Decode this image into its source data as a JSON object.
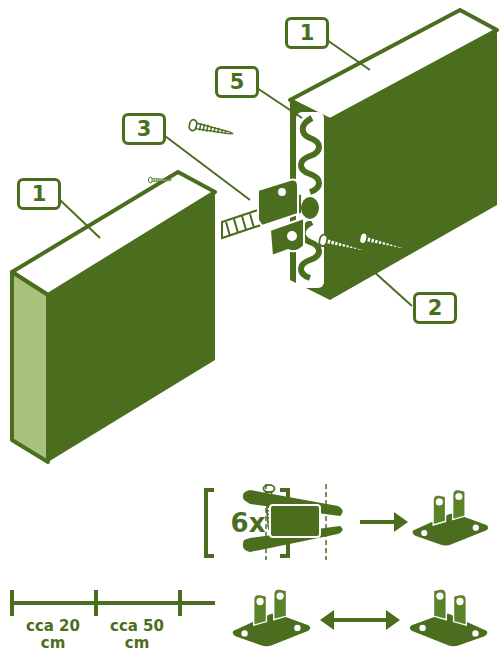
{
  "diagram": {
    "labels": [
      "1",
      "5",
      "3",
      "1",
      "2",
      "6x",
      "cca 20 cm",
      "cca 50 cm"
    ]
  }
}
